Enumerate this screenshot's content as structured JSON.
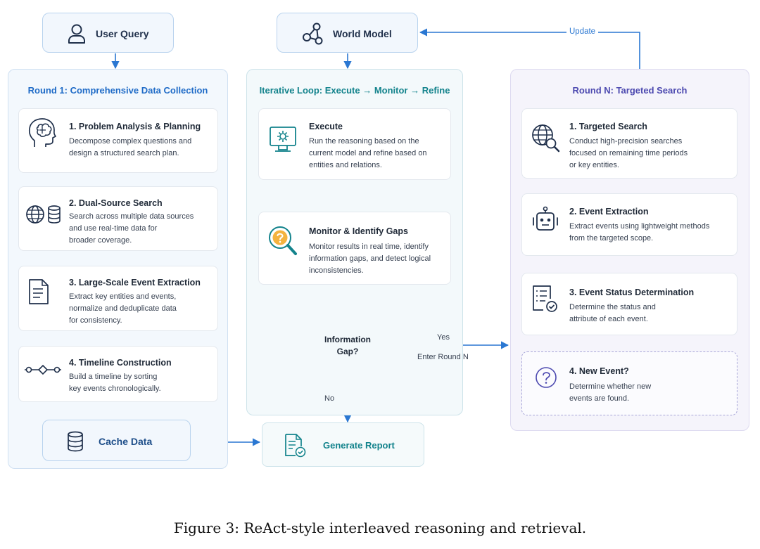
{
  "header": {
    "user_query": "User Query",
    "world_model": "World Model",
    "update": "Update"
  },
  "round1": {
    "title": "Round 1: Comprehensive Data Collection",
    "steps": [
      {
        "title": "1. Problem Analysis & Planning",
        "lines": [
          "Decompose complex questions and",
          "design a structured search plan."
        ]
      },
      {
        "title": "2. Dual-Source Search",
        "lines": [
          "Search across multiple data sources",
          "and use real-time data for",
          "broader coverage."
        ]
      },
      {
        "title": "3. Large-Scale Event Extraction",
        "lines": [
          "Extract key entities and events,",
          "normalize and deduplicate data",
          "for consistency."
        ]
      },
      {
        "title": "4. Timeline Construction",
        "lines": [
          "Build a timeline by sorting",
          "key events chronologically."
        ]
      }
    ],
    "cache": "Cache Data"
  },
  "loop": {
    "title": "Iterative Loop: Execute → Monitor → Refine",
    "execute": {
      "title": "Execute",
      "lines": [
        "Run the reasoning based on the",
        "current model and refine based on",
        "entities and relations."
      ]
    },
    "monitor": {
      "title": "Monitor & Identify Gaps",
      "lines": [
        "Monitor results in real time, identify",
        "information gaps, and detect logical",
        "inconsistencies."
      ]
    },
    "decision": {
      "line1": "Information",
      "line2": "Gap?"
    },
    "yes": "Yes",
    "enter_round": "Enter Round N",
    "no": "No",
    "report": "Generate Report"
  },
  "roundN": {
    "title": "Round N: Targeted Search",
    "steps": [
      {
        "title": "1. Targeted Search",
        "lines": [
          "Conduct high-precision searches",
          "focused on remaining time periods",
          "or key entities."
        ]
      },
      {
        "title": "2. Event Extraction",
        "lines": [
          "Extract events using lightweight methods",
          "from the targeted scope."
        ]
      },
      {
        "title": "3. Event Status Determination",
        "lines": [
          "Determine the status and",
          "attribute of each event."
        ]
      },
      {
        "title": "4. New Event?",
        "lines": [
          "Determine whether new",
          "events are found."
        ]
      }
    ]
  },
  "caption": "Figure 3: ReAct-style interleaved reasoning and retrieval.",
  "colors": {
    "blue": "#2a77d2",
    "teal": "#13838c",
    "purple": "#4d4ab0",
    "purple_arrow": "#7c7bc4"
  }
}
